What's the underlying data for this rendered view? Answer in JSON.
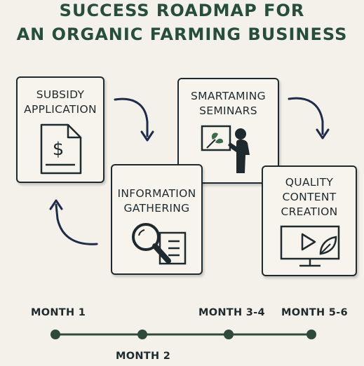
{
  "title": {
    "line1": "SUCCESS ROADMAP FOR",
    "line2": "AN ORGANIC FARMING BUSINESS"
  },
  "cards": {
    "subsidy": {
      "lines": [
        "SUBSIDY",
        "APPLICATION"
      ],
      "icon": "dollar-document-icon"
    },
    "seminars": {
      "lines": [
        "SMARTAMING",
        "SEMINARS"
      ],
      "icon": "presenter-whiteboard-icon"
    },
    "info": {
      "lines": [
        "INFORMATION",
        "GATHERING"
      ],
      "icon": "magnifier-document-icon"
    },
    "quality": {
      "lines": [
        "QUALITY",
        "CONTENT",
        "CREATION"
      ],
      "icon": "monitor-play-leaf-icon"
    }
  },
  "timeline": {
    "months": [
      "MONTH 1",
      "MONTH 2",
      "MONTH 3-4",
      "MONTH 5-6"
    ]
  },
  "colors": {
    "background": "#f4f1ea",
    "title": "#274e3c",
    "ink": "#1f2a2e",
    "arrow": "#1e2b4a",
    "timeline": "#2e4a3a",
    "leaf": "#3d6a4c"
  }
}
